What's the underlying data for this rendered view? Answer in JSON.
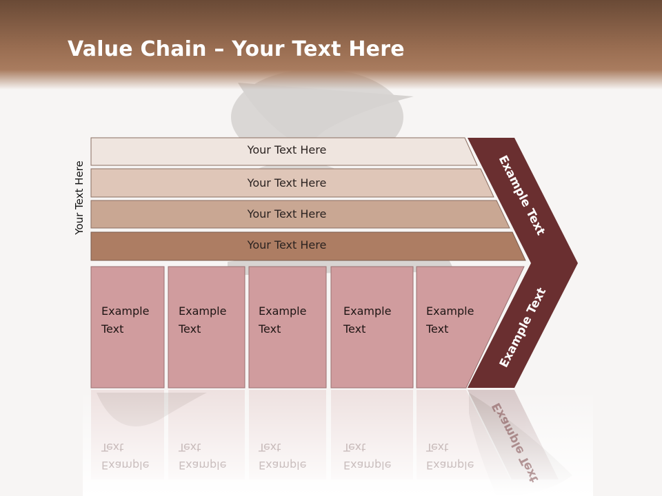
{
  "title": {
    "bold": "Value Chain",
    "rest": " – Your Text Here"
  },
  "side_label": "Your Text Here",
  "bars": [
    {
      "label": "Your Text Here",
      "color": "#efe5df"
    },
    {
      "label": "Your Text Here",
      "color": "#dfc6b8"
    },
    {
      "label": "Your Text Here",
      "color": "#c9a793"
    },
    {
      "label": "Your Text Here",
      "color": "#ad7d63"
    }
  ],
  "boxes": [
    {
      "line1": "Example",
      "line2": "Text"
    },
    {
      "line1": "Example",
      "line2": "Text"
    },
    {
      "line1": "Example",
      "line2": "Text"
    },
    {
      "line1": "Example",
      "line2": "Text"
    },
    {
      "line1": "Example",
      "line2": "Text"
    }
  ],
  "box_color": "#d09c9e",
  "chevron": {
    "upper_label": "Example Text",
    "lower_label": "Example Text",
    "color": "#6a2f30"
  }
}
